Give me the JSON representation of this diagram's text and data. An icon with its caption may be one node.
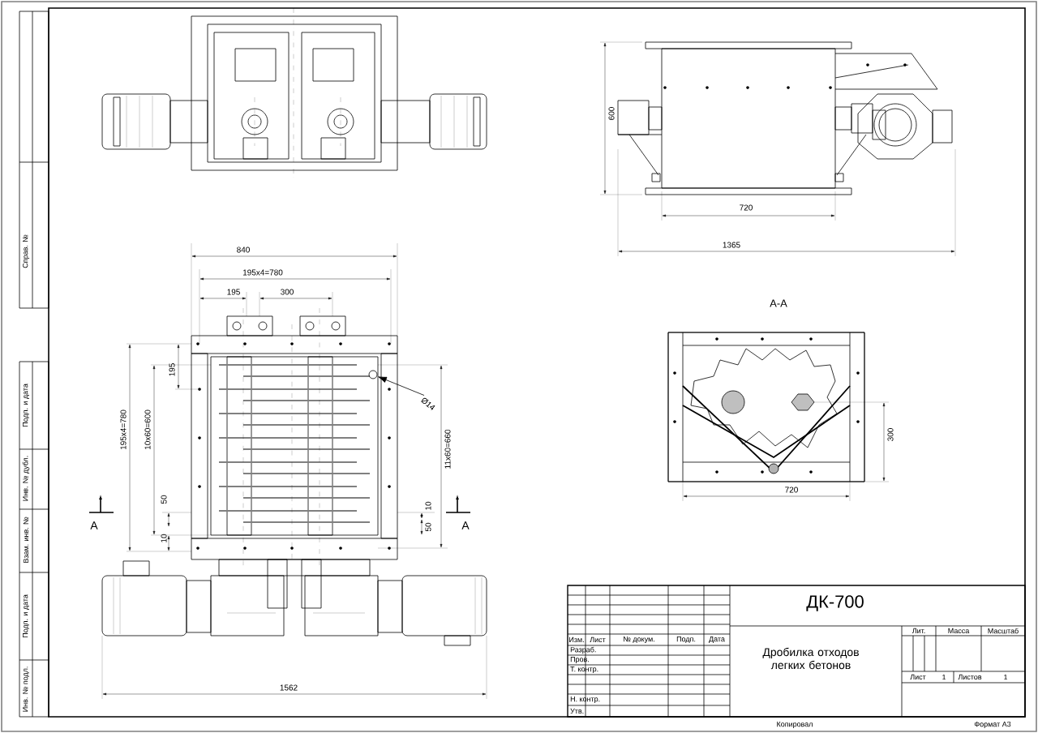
{
  "diagram": {
    "nodes": [
      {
        "text": [
          "Ø14"
        ]
      },
      {
        "text": [],
        "shape": "circle"
      }
    ],
    "edges": [
      {
        "from": 0,
        "to": 1,
        "arrow": "to"
      }
    ],
    "labels": [
      "600",
      "720",
      "1365",
      "840",
      "195x4=780",
      "195",
      "300",
      "A-A",
      "195",
      "195x4=780",
      "10x60=600",
      "11x60=660",
      "300",
      "A",
      "A",
      "50",
      "10",
      "10",
      "50",
      "720",
      "1562",
      "ДК-700",
      "Изм.",
      "Лист",
      "№ докум.",
      "Подп.",
      "Дата",
      "Разраб.",
      "Пров.",
      "Т. контр.",
      "Н. контр.",
      "Утв.",
      "Дробилка отходов легких бетонов",
      "Лит.",
      "Масса",
      "Масштаб",
      "Лист",
      "1",
      "Листов",
      "1",
      "Копировал",
      "Формат А3",
      "Справ. №",
      "Подп. и дата",
      "Инв. № дубл.",
      "Взам. инв. №",
      "Подп. и дата",
      "Инв. № подл."
    ]
  }
}
